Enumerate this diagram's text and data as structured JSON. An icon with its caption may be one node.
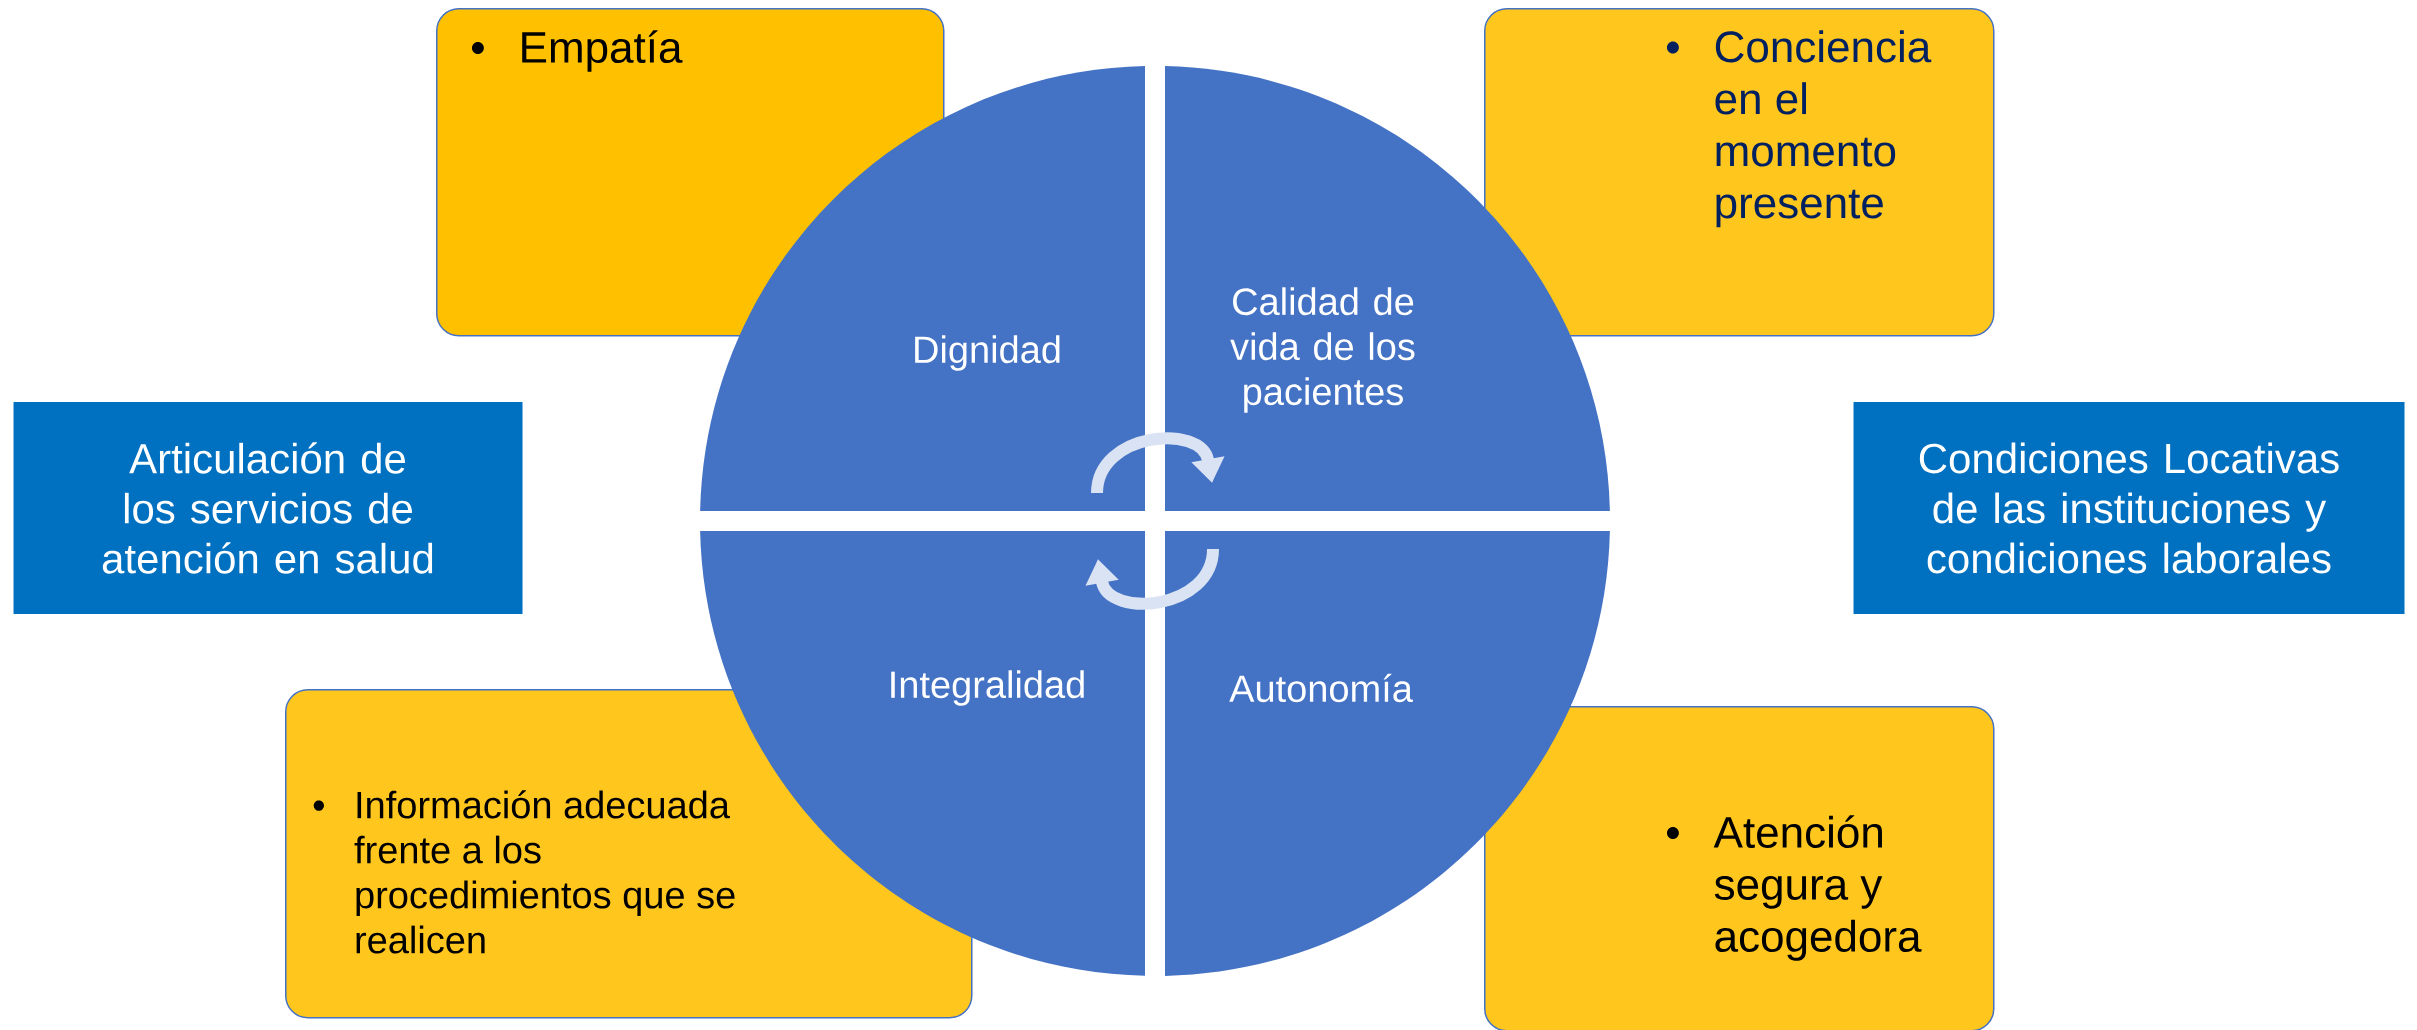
{
  "diagram": {
    "nodes": [
      {
        "text": [
          "•",
          "Empatía"
        ]
      },
      {
        "text": [
          "•",
          "Conciencia en el momento presente"
        ]
      },
      {
        "text": [
          "Dignidad"
        ]
      },
      {
        "text": [
          "Calidad de vida de los pacientes"
        ]
      },
      {
        "text": [
          "Articulación de los servicios de atención en salud"
        ]
      },
      {
        "text": [
          "Condiciones Locativas de las instituciones y condiciones laborales"
        ]
      },
      {
        "text": [
          "Integralidad"
        ]
      },
      {
        "text": [
          "Autonomía"
        ]
      },
      {
        "text": [
          "•",
          "Información adecuada frente a los procedimientos que se realicen"
        ]
      },
      {
        "text": [
          "•",
          "Atención segura y acogedora"
        ]
      }
    ],
    "edges": [
      {
        "from": 2,
        "to": 3,
        "arrow": "to"
      },
      {
        "from": 7,
        "to": 6,
        "arrow": "to"
      }
    ]
  }
}
